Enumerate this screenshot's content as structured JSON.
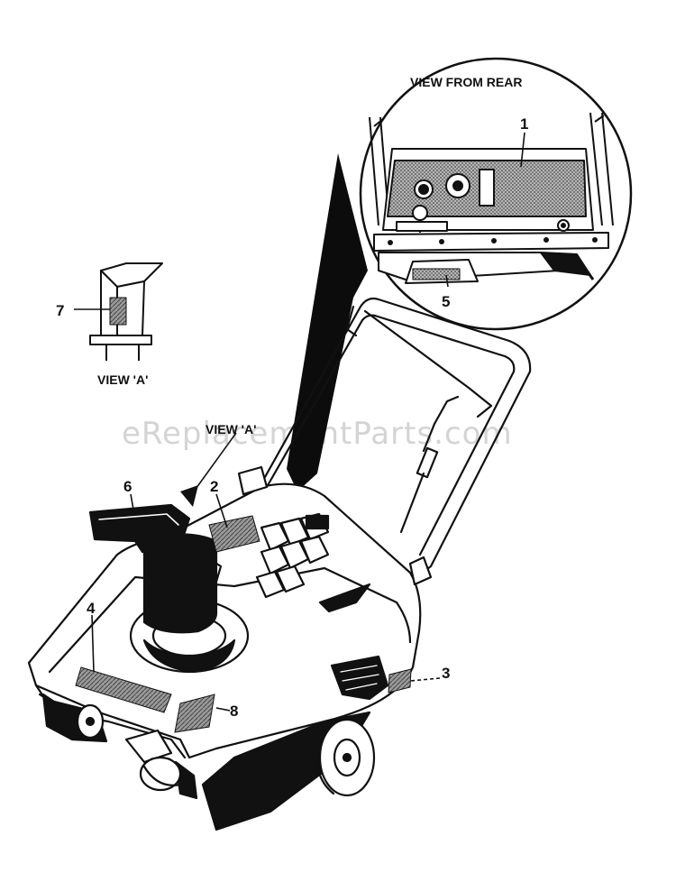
{
  "captions": {
    "view_from_rear": "VIEW FROM REAR",
    "view_a_inset": "VIEW 'A'",
    "view_a_arrow": "VIEW 'A'"
  },
  "callouts": {
    "c1": "1",
    "c2": "2",
    "c3": "3",
    "c4": "4",
    "c5": "5",
    "c6": "6",
    "c7": "7",
    "c8": "8"
  },
  "watermark": "eReplacementParts.com",
  "colors": {
    "ink": "#111111",
    "decal_fill": "#8a8a8a",
    "background": "#ffffff"
  }
}
